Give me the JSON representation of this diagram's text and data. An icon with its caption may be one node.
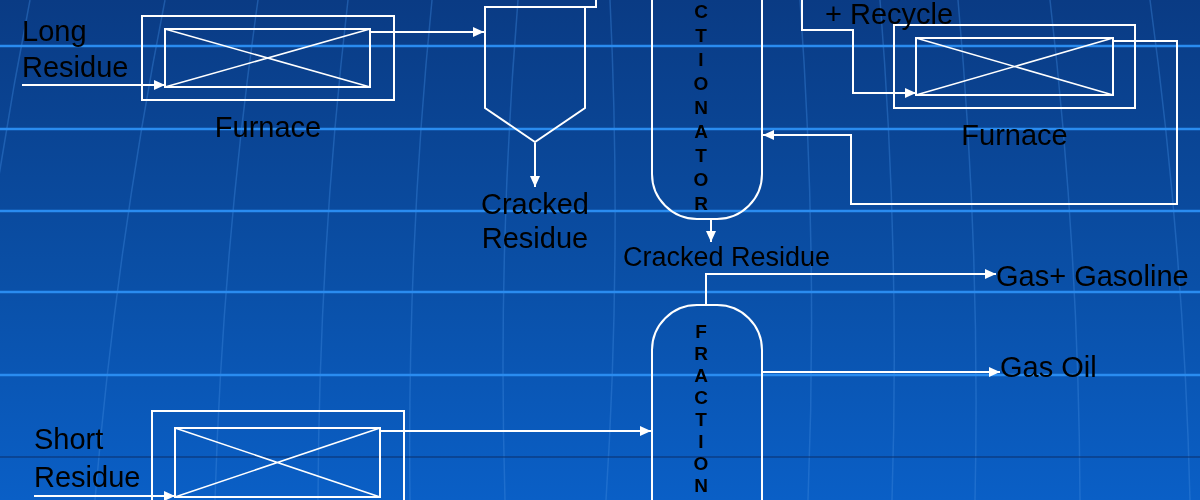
{
  "diagram": {
    "nodes": [
      {
        "text": [
          "Long Residue"
        ]
      },
      {
        "text": [
          "Furnace"
        ]
      },
      {
        "text": [],
        "shape": "vessel"
      },
      {
        "text": [
          "CTIONATOR"
        ]
      },
      {
        "text": [
          "Furnace"
        ]
      },
      {
        "text": [
          "Cracked Residue"
        ]
      },
      {
        "text": [
          "Cracked Residue"
        ]
      },
      {
        "text": [
          "Gas+ Gasoline"
        ]
      },
      {
        "text": [
          "FRACTION"
        ]
      },
      {
        "text": [
          "Gas Oil"
        ]
      },
      {
        "text": [
          "Short Residue"
        ]
      },
      {
        "text": [],
        "shape": "box"
      }
    ],
    "edges": [
      {
        "from": 0,
        "to": 1,
        "arrow": "to"
      },
      {
        "from": 1,
        "to": 2,
        "arrow": "to"
      },
      {
        "from": 2,
        "to": 5,
        "arrow": "to"
      },
      {
        "from": 2,
        "to": null,
        "arrow": "none"
      },
      {
        "from": null,
        "to": 4,
        "arrow": "to"
      },
      {
        "from": 4,
        "to": 3,
        "arrow": "to"
      },
      {
        "from": 3,
        "to": 6,
        "arrow": "to"
      },
      {
        "from": 8,
        "to": 7,
        "arrow": "to"
      },
      {
        "from": 8,
        "to": 9,
        "arrow": "to"
      },
      {
        "from": 10,
        "to": 11,
        "arrow": "to"
      },
      {
        "from": 11,
        "to": 8,
        "arrow": "to"
      }
    ],
    "labels": [
      "+ Recycle"
    ]
  }
}
